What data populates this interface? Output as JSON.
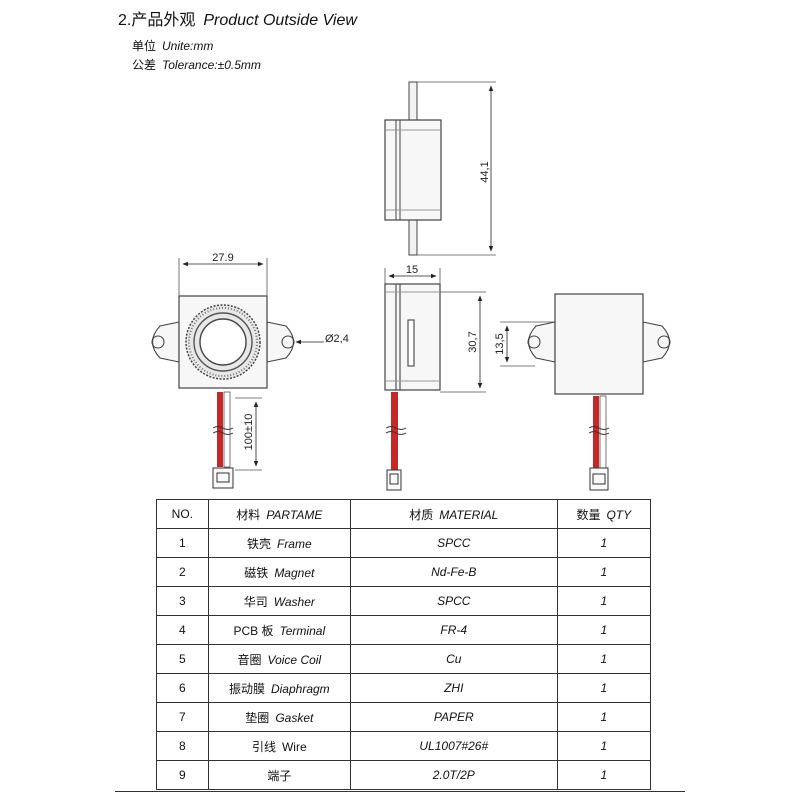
{
  "header": {
    "section_cn": "2.产品外观",
    "section_en": "Product Outside View",
    "unit_cn": "单位",
    "unit_en": "Unite:mm",
    "tolerance_cn": "公差",
    "tolerance_en": "Tolerance:±0.5mm"
  },
  "dimensions": {
    "height_total": "44,1",
    "width_front": "27.9",
    "depth_side": "15",
    "height_side": "30,7",
    "hole_diameter": "Ø2,4",
    "lead_length": "100±10",
    "mount_height": "13,5"
  },
  "table": {
    "headers": {
      "no": "NO.",
      "part_cn": "材料",
      "part_en": "PARTAME",
      "mat_cn": "材质",
      "mat_en": "MATERIAL",
      "qty_cn": "数量",
      "qty_en": "QTY"
    },
    "rows": [
      {
        "no": "1",
        "cn": "铁壳",
        "en": "Frame",
        "material": "SPCC",
        "qty": "1"
      },
      {
        "no": "2",
        "cn": "磁铁",
        "en": "Magnet",
        "material": "Nd-Fe-B",
        "qty": "1"
      },
      {
        "no": "3",
        "cn": "华司",
        "en": "Washer",
        "material": "SPCC",
        "qty": "1"
      },
      {
        "no": "4",
        "cn": "PCB 板",
        "en": "Terminal",
        "material": "FR-4",
        "qty": "1"
      },
      {
        "no": "5",
        "cn": "音圈",
        "en": "Voice Coil",
        "material": "Cu",
        "qty": "1"
      },
      {
        "no": "6",
        "cn": "振动膜",
        "en": "Diaphragm",
        "material": "ZHI",
        "qty": "1"
      },
      {
        "no": "7",
        "cn": "垫圈",
        "en": "Gasket",
        "material": "PAPER",
        "qty": "1"
      },
      {
        "no": "8",
        "cn": "引线",
        "en": "Wire",
        "material": "UL1007#26#",
        "qty": "1"
      },
      {
        "no": "9",
        "cn": "端子",
        "en": "",
        "material": "2.0T/2P",
        "qty": "1"
      }
    ]
  }
}
